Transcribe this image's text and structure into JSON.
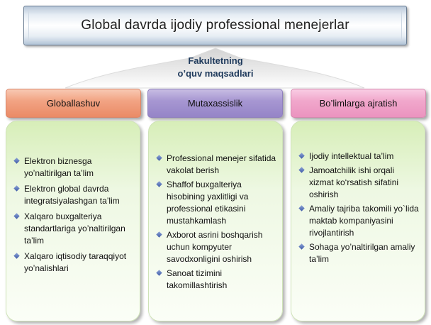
{
  "title": "Global davrda ijodiy professional menejerlar",
  "subtitle_line1": "Fakultetning",
  "subtitle_line2": "o’quv maqsadlari",
  "columns": [
    {
      "heading": "Globallashuv",
      "color": "#ea8a66",
      "items": [
        "Elektron biznesga yo’naltirilgan ta’lim",
        "Elektron global davrda integratsiyalashgan ta’lim",
        "Xalqaro buxgalteriya standartlariga yo’naltirilgan ta’lim",
        "Xalqaro iqtisodiy taraqqiyot yo’nalishlari"
      ]
    },
    {
      "heading": "Mutaxassislik",
      "color": "#9584c7",
      "items": [
        "Professional menejer sifatida vakolat berish",
        "Shaffof buxgalteriya hisobining yaxlitligi va professional etikasini mustahkamlash",
        "Axborot asrini boshqarish uchun kompyuter savodxonligini oshirish",
        "Sanoat tizimini takomillashtirish"
      ]
    },
    {
      "heading": "Bo’limlarga ajratish",
      "color": "#eb93bf",
      "items": [
        "Ijodiy intellektual ta’lim",
        "Jamoatchilik ishi orqali xizmat ko‘rsatish sifatini oshirish",
        "Amaliy tajriba takomili yo`lida maktab kompaniyasini rivojlantirish",
        "Sohaga yo’naltirilgan amaliy ta’lim"
      ]
    }
  ]
}
